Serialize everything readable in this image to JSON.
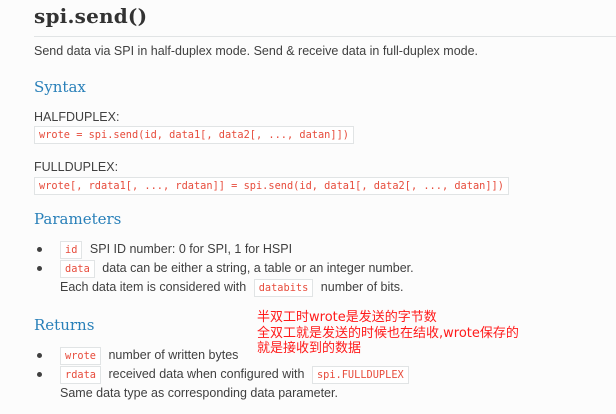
{
  "title": "spi.send()",
  "intro": "Send data via SPI in half-duplex mode. Send & receive data in full-duplex mode.",
  "syntax": {
    "heading": "Syntax",
    "half_label": "HALFDUPLEX:",
    "half_code": "wrote = spi.send(id, data1[, data2[, ..., datan]])",
    "full_label": "FULLDUPLEX:",
    "full_code": "wrote[, rdata1[, ..., rdatan]] = spi.send(id, data1[, data2[, ..., datan]])"
  },
  "parameters": {
    "heading": "Parameters",
    "items": [
      {
        "code": "id",
        "text": "SPI ID number: 0 for SPI, 1 for HSPI"
      },
      {
        "code": "data",
        "text": "data can be either a string, a table or an integer number."
      }
    ],
    "cont_before": "Each data item is considered with",
    "cont_code": "databits",
    "cont_after": "number of bits."
  },
  "returns": {
    "heading": "Returns",
    "items": [
      {
        "code": "wrote",
        "text": "number of written bytes"
      },
      {
        "code": "rdata",
        "text": "received data when configured with",
        "code2": "spi.FULLDUPLEX"
      }
    ],
    "cont": "Same data type as corresponding data parameter."
  },
  "annotation": {
    "line1": "半双工时wrote是发送的字节数",
    "line2": "全双工就是发送的时候也在结收,wrote保存的",
    "line3": "就是接收到的数据",
    "color": "#ff1a1a"
  }
}
